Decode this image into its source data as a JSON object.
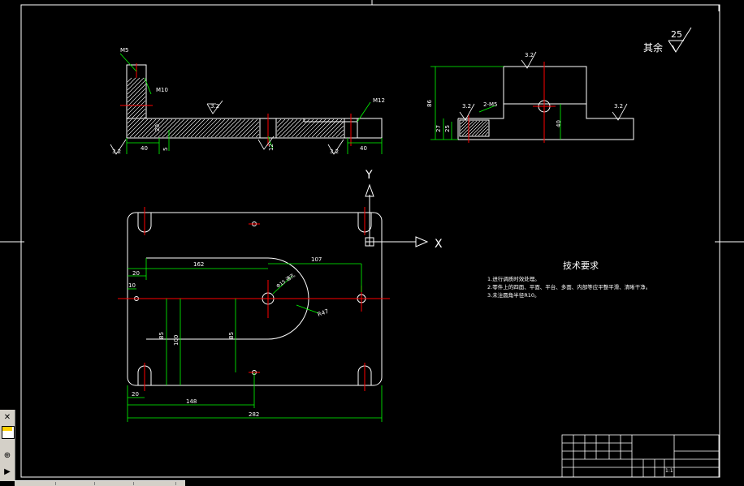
{
  "colors": {
    "background": "#000000",
    "outline": "#ffffff",
    "dimension": "#00ff00",
    "centerline": "#ff0000",
    "hatch": "#ffffff",
    "note_text": "#ffffff",
    "axis": "#ffffff",
    "surface_symbol": "#ffff00",
    "panel": "#d4d0c8"
  },
  "icons": {
    "close": "close-icon",
    "layer_swatch": "layer-swatch-icon",
    "tool": "tool-icon",
    "layout_tab": "layout-tab-icon"
  },
  "roughness": {
    "general_label": "其余",
    "general_value": "25",
    "value_32": "3.2"
  },
  "side_view": {
    "m5": "M5",
    "m10": "M10",
    "m12": "M12",
    "d40_left": "40",
    "d5": "5",
    "d40_right": "40",
    "d20": "20",
    "d12": "12"
  },
  "end_view": {
    "d86": "86",
    "d27": "27",
    "d25": "25",
    "d40": "40",
    "thread": "2-M5"
  },
  "axes": {
    "y": "Y",
    "x": "X"
  },
  "plan_view": {
    "d162": "162",
    "d107": "107",
    "d20_top": "20",
    "d10": "10",
    "diameter": "Φ15 通孔",
    "radius": "R47",
    "d85_left": "85",
    "d100": "100",
    "d85_right": "85",
    "d20_bottom": "20",
    "d148": "148",
    "d282": "282"
  },
  "notes": {
    "title": "技术要求",
    "line1": "1.进行调质时效处理。",
    "line2": "2.零件上的四面、平面、平台、多面、内部等应平整平滑、清晰干净。",
    "line3": "3.未注圆角半径R10。"
  },
  "title_block": {
    "scale": "1:1"
  }
}
